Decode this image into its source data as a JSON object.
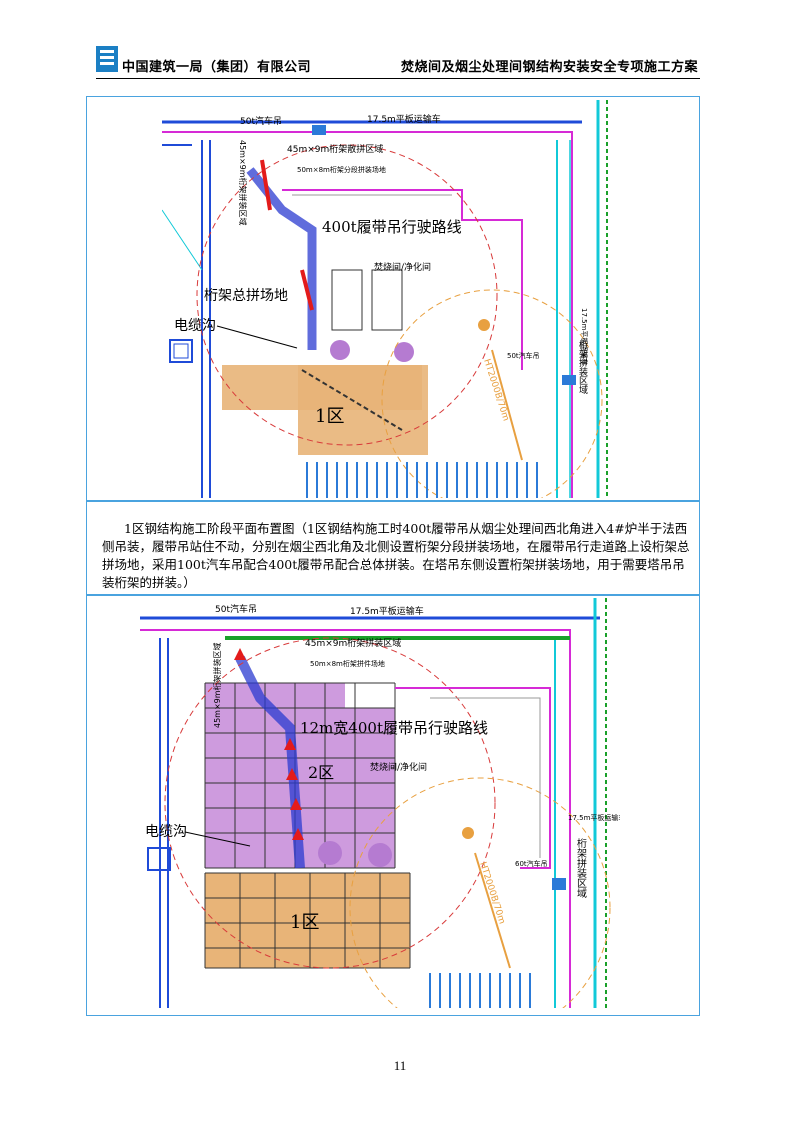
{
  "header": {
    "company": "中国建筑一局（集团）有限公司",
    "title": "焚烧间及烟尘处理间钢结构安装安全专项施工方案"
  },
  "figure1": {
    "labels": {
      "car50a": "50t汽车吊",
      "truck175a": "17.5m平板运输车",
      "assembly_area": "45m×9m桁架散拼区域",
      "sub_assembly": "50m×8m桁架分段拼装场地",
      "left_vertical": "45m×9m桁架拼装区域",
      "route": "400t履带吊行驶路线",
      "incinerator": "焚烧间/净化间",
      "truss_site": "桁架总拼场地",
      "cable": "电缆沟",
      "zone": "1区",
      "crane": "HT2000B/70m",
      "car50b": "50t汽车吊",
      "truck175b": "17.5m平板运输车",
      "east_vertical": "桁架拼装区域"
    }
  },
  "caption": "1区钢结构施工阶段平面布置图（1区钢结构施工时400t履带吊从烟尘处理间西北角进入4#炉半于法西侧吊装，履带吊站住不动，分别在烟尘西北角及北侧设置桁架分段拼装场地，在履带吊行走道路上设桁架总拼场地，采用100t汽车吊配合400t履带吊配合总体拼装。在塔吊东侧设置桁架拼装场地，用于需要塔吊吊装桁架的拼装。）",
  "figure2": {
    "labels": {
      "car50a": "50t汽车吊",
      "truck175a": "17.5m平板运输车",
      "assembly_area": "45m×9m桁架拼装区域",
      "sub_assembly": "50m×8m桁架拼件场地",
      "left_vertical": "45m×9m桁架拼装区域",
      "route": "12m宽400t履带吊行驶路线",
      "zone2": "2区",
      "incinerator": "焚烧间/净化间",
      "cable": "电缆沟",
      "truck175b": "17.5m平板运输车",
      "east_vertical": "桁架拼装区域",
      "car50b": "60t汽车吊",
      "crane": "HT2000B/70m",
      "zone": "1区"
    }
  },
  "page_number": "11"
}
